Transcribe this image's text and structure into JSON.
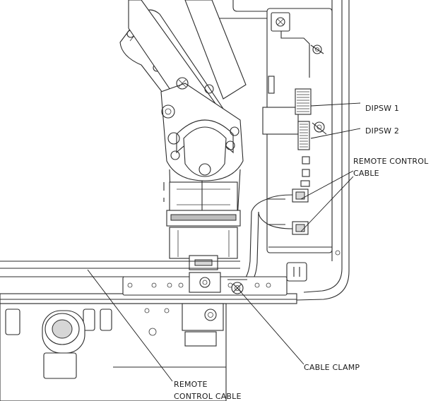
{
  "labels": {
    "dipsw1": "DIPSW 1",
    "dipsw2": "DIPSW 2",
    "remote_cable_top_line1": "REMOTE CONTROL",
    "remote_cable_top_line2": "CABLE",
    "cable_clamp": "CABLE CLAMP",
    "remote_cable_bottom_line1": "REMOTE",
    "remote_cable_bottom_line2": "CONTROL CABLE"
  }
}
